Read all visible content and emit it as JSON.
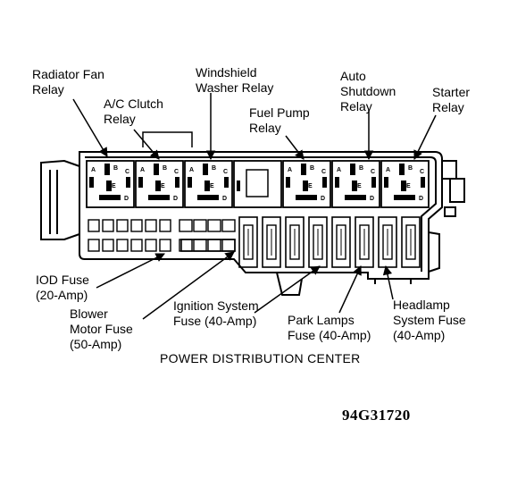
{
  "labels": {
    "radiator_fan_relay": [
      "Radiator Fan",
      "Relay"
    ],
    "ac_clutch_relay": [
      "A/C Clutch",
      "Relay"
    ],
    "windshield_washer_relay": [
      "Windshield",
      "Washer Relay"
    ],
    "fuel_pump_relay": [
      "Fuel Pump",
      "Relay"
    ],
    "auto_shutdown_relay": [
      "Auto",
      "Shutdown",
      "Relay"
    ],
    "starter_relay": [
      "Starter",
      "Relay"
    ],
    "iod_fuse": [
      "IOD Fuse",
      "(20-Amp)"
    ],
    "blower_motor_fuse": [
      "Blower",
      "Motor Fuse",
      "(50-Amp)"
    ],
    "ignition_system_fuse": [
      "Ignition System",
      "Fuse (40-Amp)"
    ],
    "park_lamps_fuse": [
      "Park Lamps",
      "Fuse (40-Amp)"
    ],
    "headlamp_system_fuse": [
      "Headlamp",
      "System Fuse",
      "(40-Amp)"
    ]
  },
  "relay_terminals": [
    "A",
    "B",
    "C",
    "D",
    "E"
  ],
  "diagram_title": "POWER DISTRIBUTION CENTER",
  "figure_code": "94G31720"
}
